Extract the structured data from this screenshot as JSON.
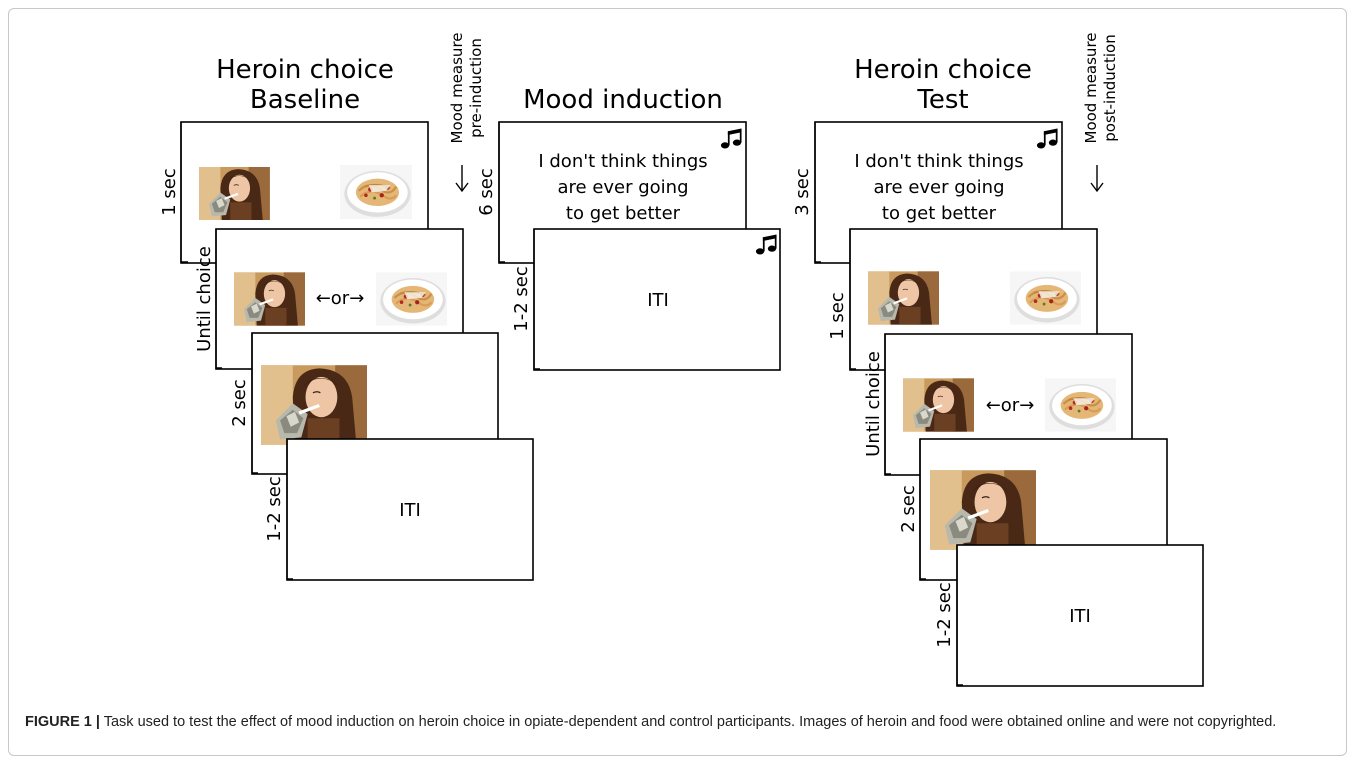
{
  "titles": {
    "baseline_line1": "Heroin choice",
    "baseline_line2": "Baseline",
    "induction": "Mood induction",
    "test_line1": "Heroin choice",
    "test_line2": "Test"
  },
  "mood_measures": {
    "pre_line1": "Mood measure",
    "pre_line2": "pre-induction",
    "post_line1": "Mood measure",
    "post_line2": "post-induction"
  },
  "durations": {
    "one_sec": "1 sec",
    "until_choice": "Until choice",
    "two_sec": "2 sec",
    "one_two_sec": "1-2 sec",
    "six_sec": "6 sec",
    "three_sec": "3 sec"
  },
  "screens": {
    "iti": "ITI",
    "or_text": "←or→",
    "statement_line1": "I don't think things",
    "statement_line2": "are ever going",
    "statement_line3": "to get better",
    "music_glyph": "♫"
  },
  "icons": [
    "music-note-icon",
    "down-arrow-icon",
    "heroin-image",
    "food-image"
  ],
  "caption": {
    "label": "FIGURE 1 |",
    "text": " Task used to test the effect of mood induction on heroin choice in opiate-dependent and control participants. Images of heroin and food were obtained online and were not copyrighted."
  }
}
